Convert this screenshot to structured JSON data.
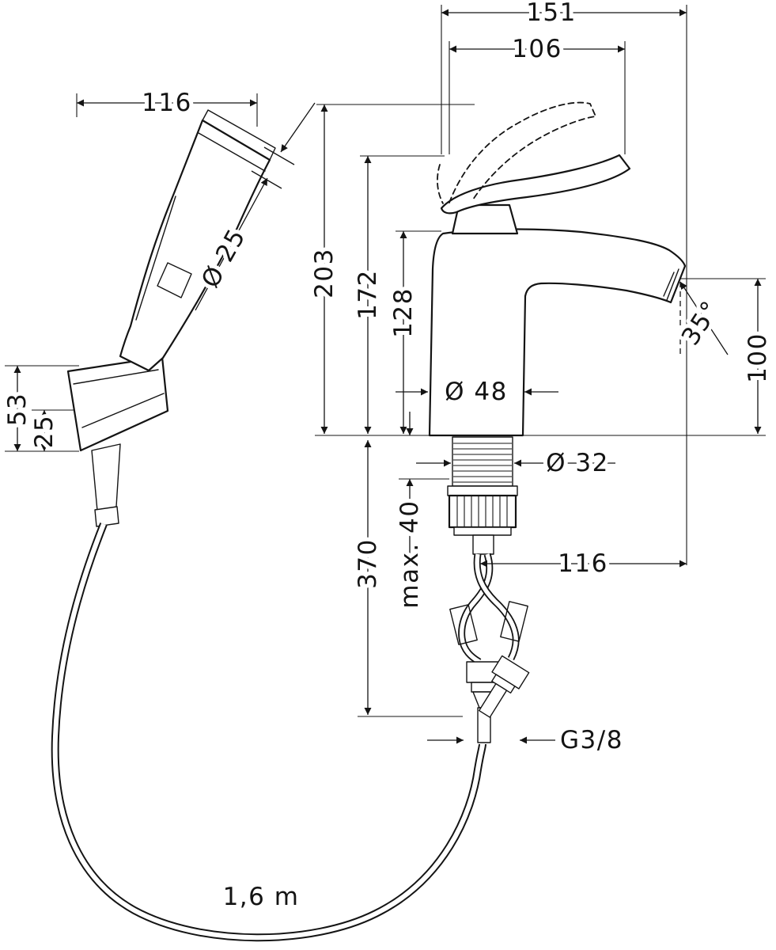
{
  "drawing": {
    "background": "#ffffff",
    "ink": "#141414",
    "labels": {
      "total_width": "151",
      "handle_width": "106",
      "spray_length": "116",
      "spray_diameter": "Ø 25",
      "total_height": "203",
      "handle_height": "172",
      "spout_top_height": "128",
      "body_diameter": "Ø 48",
      "spout_angle": "35°",
      "spout_height": "100",
      "holder_height": "53",
      "holder_depth": "25",
      "shank_diameter": "Ø 32",
      "max_mounting_depth": "max. 40",
      "under_counter_drop": "370",
      "spout_reach": "116",
      "connection_thread": "G3/8",
      "hose_length": "1,6 m"
    }
  }
}
